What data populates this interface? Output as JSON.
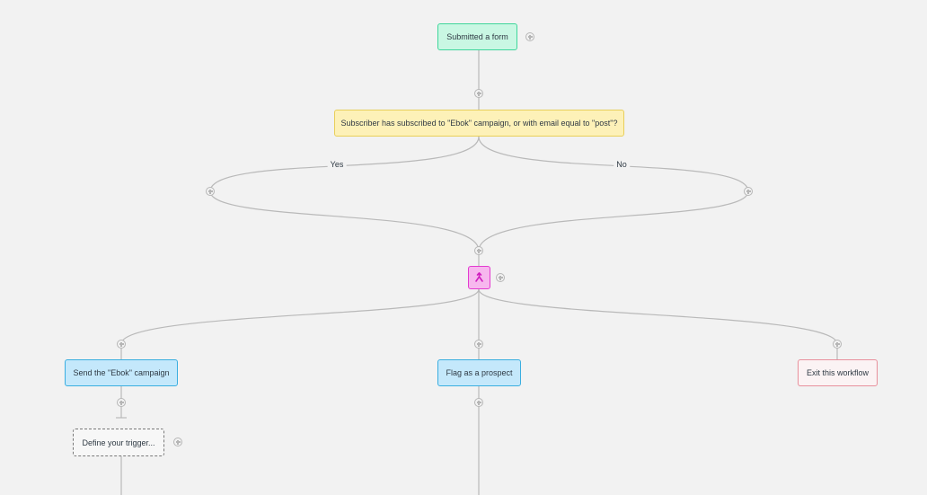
{
  "workflow": {
    "trigger": {
      "label": "Submitted a form"
    },
    "condition": {
      "label": "Subscriber has subscribed to \"Ebok\" campaign, or with email equal to \"post\"?"
    },
    "branches": {
      "yes_label": "Yes",
      "no_label": "No"
    },
    "split": {
      "icon": "split-arrows-icon",
      "accent_color": "#e33bd0"
    },
    "actions": {
      "send_campaign": "Send the \"Ebok\" campaign",
      "flag_prospect": "Flag as a prospect",
      "exit_workflow": "Exit this workflow"
    },
    "placeholder": {
      "label": "Define your trigger..."
    }
  },
  "colors": {
    "background": "#f2f2f2",
    "connector": "#b9b9b9",
    "trigger": "#c9f7e3",
    "condition": "#fdf1b8",
    "action": "#c4e8fb",
    "exit_border": "#e8909c"
  }
}
